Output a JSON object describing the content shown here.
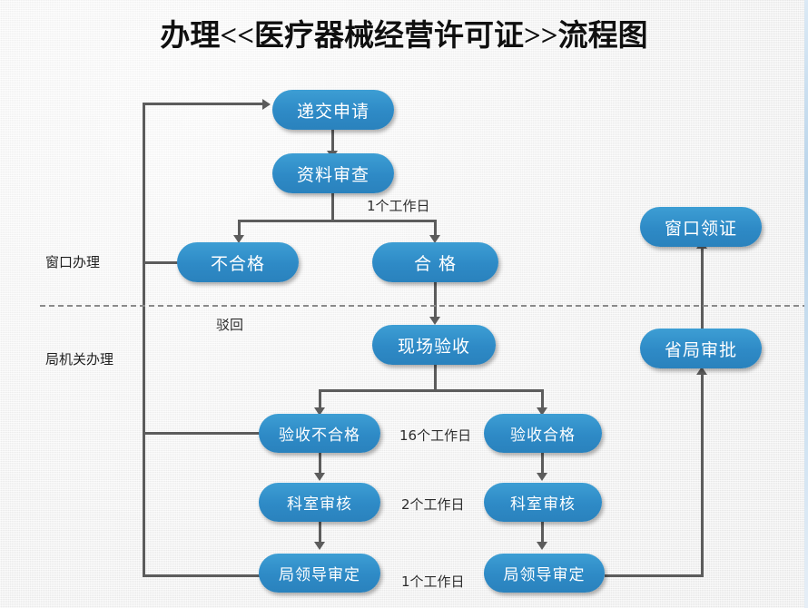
{
  "title": "办理<<医疗器械经营许可证>>流程图",
  "colors": {
    "node_blue": "#2e8ac6",
    "node_blue_light": "#3d9ed4",
    "connector_gray": "#5c5c5c",
    "divider_gray": "#8a8a8a",
    "text_white": "#ffffff",
    "background": "#f0f0f0"
  },
  "phases": [
    {
      "id": "window",
      "label": "窗口办理"
    },
    {
      "id": "bureau",
      "label": "局机关办理"
    }
  ],
  "nodes": [
    {
      "id": "submit",
      "label": "递交申请"
    },
    {
      "id": "doc-review",
      "label": "资料审查"
    },
    {
      "id": "fail",
      "label": "不合格"
    },
    {
      "id": "pass",
      "label": "合  格"
    },
    {
      "id": "onsite",
      "label": "现场验收"
    },
    {
      "id": "onsite-fail",
      "label": "验收不合格"
    },
    {
      "id": "onsite-pass",
      "label": "验收合格"
    },
    {
      "id": "dept-review-left",
      "label": "科室审核"
    },
    {
      "id": "dept-review-right",
      "label": "科室审核"
    },
    {
      "id": "leader-left",
      "label": "局领导审定"
    },
    {
      "id": "leader-right",
      "label": "局领导审定"
    },
    {
      "id": "provincial",
      "label": "省局审批"
    },
    {
      "id": "collect",
      "label": "窗口领证"
    }
  ],
  "edge_labels": [
    {
      "id": "day1-top",
      "label": "1个工作日"
    },
    {
      "id": "reject",
      "label": "驳回"
    },
    {
      "id": "day16",
      "label": "16个工作日"
    },
    {
      "id": "day2",
      "label": "2个工作日"
    },
    {
      "id": "day1-bottom",
      "label": "1个工作日"
    }
  ]
}
